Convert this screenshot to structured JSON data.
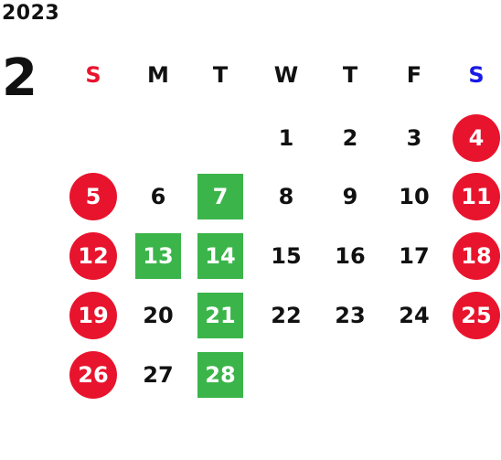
{
  "calendar": {
    "year": "2023",
    "month": "2",
    "weekdays": [
      {
        "label": "S",
        "color": "#e8142d"
      },
      {
        "label": "M",
        "color": "#111111"
      },
      {
        "label": "T",
        "color": "#111111"
      },
      {
        "label": "W",
        "color": "#111111"
      },
      {
        "label": "T",
        "color": "#111111"
      },
      {
        "label": "F",
        "color": "#111111"
      },
      {
        "label": "S",
        "color": "#1a1ae6"
      }
    ],
    "weeks": [
      [
        null,
        null,
        null,
        {
          "day": "1"
        },
        {
          "day": "2"
        },
        {
          "day": "3"
        },
        {
          "day": "4",
          "style": "holiday"
        }
      ],
      [
        {
          "day": "5",
          "style": "holiday"
        },
        {
          "day": "6"
        },
        {
          "day": "7",
          "style": "highlight"
        },
        {
          "day": "8"
        },
        {
          "day": "9"
        },
        {
          "day": "10"
        },
        {
          "day": "11",
          "style": "holiday"
        }
      ],
      [
        {
          "day": "12",
          "style": "holiday"
        },
        {
          "day": "13",
          "style": "highlight"
        },
        {
          "day": "14",
          "style": "highlight"
        },
        {
          "day": "15"
        },
        {
          "day": "16"
        },
        {
          "day": "17"
        },
        {
          "day": "18",
          "style": "holiday"
        }
      ],
      [
        {
          "day": "19",
          "style": "holiday"
        },
        {
          "day": "20"
        },
        {
          "day": "21",
          "style": "highlight"
        },
        {
          "day": "22"
        },
        {
          "day": "23"
        },
        {
          "day": "24"
        },
        {
          "day": "25",
          "style": "holiday"
        }
      ],
      [
        {
          "day": "26",
          "style": "holiday"
        },
        {
          "day": "27"
        },
        {
          "day": "28",
          "style": "highlight"
        },
        null,
        null,
        null,
        null
      ]
    ],
    "colors": {
      "holiday": "#e8142d",
      "highlight": "#3bb54a",
      "sunday_header": "#e8142d",
      "saturday_header": "#1a1ae6"
    }
  }
}
